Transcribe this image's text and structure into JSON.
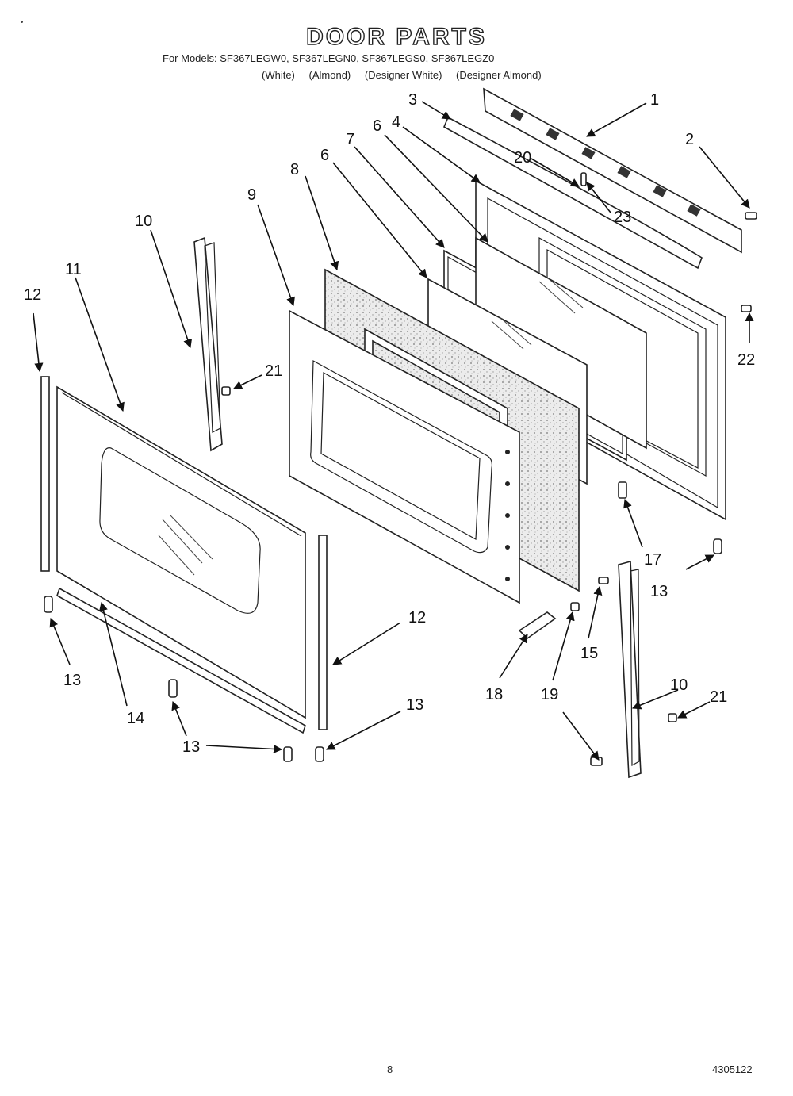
{
  "header": {
    "title": "DOOR PARTS",
    "models": "For Models: SF367LEGW0, SF367LEGN0, SF367LEGS0, SF367LEGZ0",
    "finishes": [
      "(White)",
      "(Almond)",
      "(Designer White)",
      "(Designer Almond)"
    ]
  },
  "callouts": {
    "c1": "1",
    "c2": "2",
    "c3": "3",
    "c4": "4",
    "c6a": "6",
    "c6b": "6",
    "c7": "7",
    "c8": "8",
    "c9": "9",
    "c10a": "10",
    "c10b": "10",
    "c11": "11",
    "c12a": "12",
    "c12b": "12",
    "c13a": "13",
    "c13b": "13",
    "c13c": "13",
    "c13d": "13",
    "c14": "14",
    "c15": "15",
    "c17": "17",
    "c18": "18",
    "c19": "19",
    "c20": "20",
    "c21a": "21",
    "c21b": "21",
    "c22": "22",
    "c23": "23"
  },
  "footer": {
    "page_number": "8",
    "document_number": "4305122"
  }
}
